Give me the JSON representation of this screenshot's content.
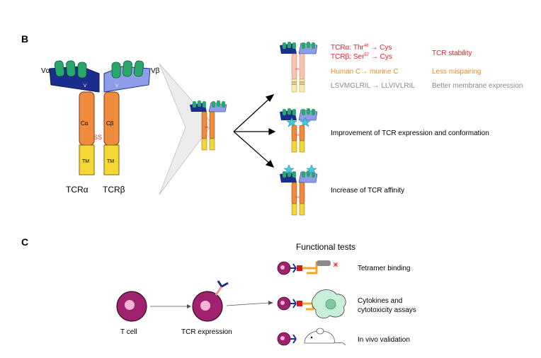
{
  "colors": {
    "v_domain": "#1b2e8f",
    "v_domain_light": "#8e9de8",
    "cdr_green": "#2aa86b",
    "constant_orange": "#f08a3c",
    "tm_yellow": "#f5d637",
    "cell_magenta": "#a0226e",
    "nucleus_pink": "#f4b6d4",
    "red_text": "#e8202a",
    "orange_text": "#f28a1e",
    "gray_text": "#8a8a8a",
    "star_cyan": "#3fc6e0",
    "target_cell": "#c8efd9"
  },
  "panel_b": {
    "label": "B",
    "alpha_chain": {
      "v_label": "Vα",
      "c_label": "Cα",
      "tm_label": "TM",
      "name": "TCRα"
    },
    "beta_chain": {
      "v_label": "Vβ",
      "c_label": "Cβ",
      "tm_label": "TM",
      "name": "TCRβ"
    },
    "disulfide": "SS",
    "v_inner": "V",
    "small_ss": "SS",
    "rows": [
      {
        "lines": [
          {
            "pre": "TCRα: Thr",
            "sup": "48",
            "post": " → Cys",
            "color": "red"
          },
          {
            "pre": "TCRβ: Ser",
            "sup": "57",
            "post": " → Cys",
            "color": "red"
          }
        ],
        "effect": "TCR stability",
        "effect_color": "red"
      },
      {
        "modification": "Human C→ murine C",
        "modification_color": "orange",
        "effect": "Less mispairing",
        "effect_color": "orange"
      },
      {
        "modification": "LSVMGLRIL → LLVIVLRIL",
        "modification_color": "gray",
        "effect": "Better membrane expression",
        "effect_color": "gray"
      },
      {
        "effect": "Improvement of TCR expression and conformation"
      },
      {
        "effect": "Increase of TCR affinity"
      }
    ]
  },
  "panel_c": {
    "label": "C",
    "title": "Functional tests",
    "cell1": "T cell",
    "cell2": "TCR expression",
    "tests": [
      "Tetramer binding",
      "Cytokines and",
      "cytotoxicity assays",
      "In vivo validation"
    ]
  }
}
